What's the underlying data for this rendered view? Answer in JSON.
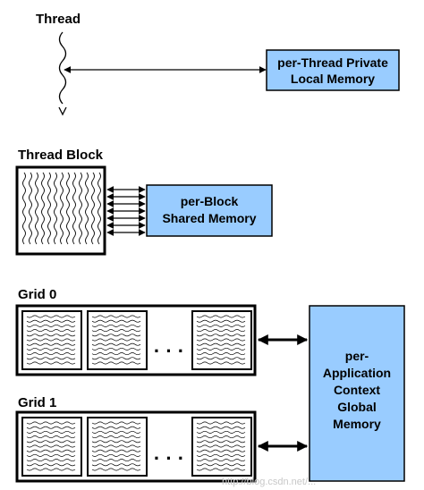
{
  "thread": {
    "label": "Thread",
    "memory_lines": [
      "per-Thread Private",
      "Local Memory"
    ]
  },
  "block": {
    "label": "Thread Block",
    "memory_lines": [
      "per-Block",
      "Shared Memory"
    ]
  },
  "grids": [
    {
      "label": "Grid 0",
      "ellipsis": "· · ·"
    },
    {
      "label": "Grid 1",
      "ellipsis": "· · ·"
    }
  ],
  "global": {
    "memory_lines": [
      "per-",
      "Application",
      "Context",
      "Global",
      "Memory"
    ]
  },
  "colors": {
    "memory_fill": "#99ccff",
    "stroke": "#000000"
  },
  "watermark": "http://blog.csdn.net/..."
}
